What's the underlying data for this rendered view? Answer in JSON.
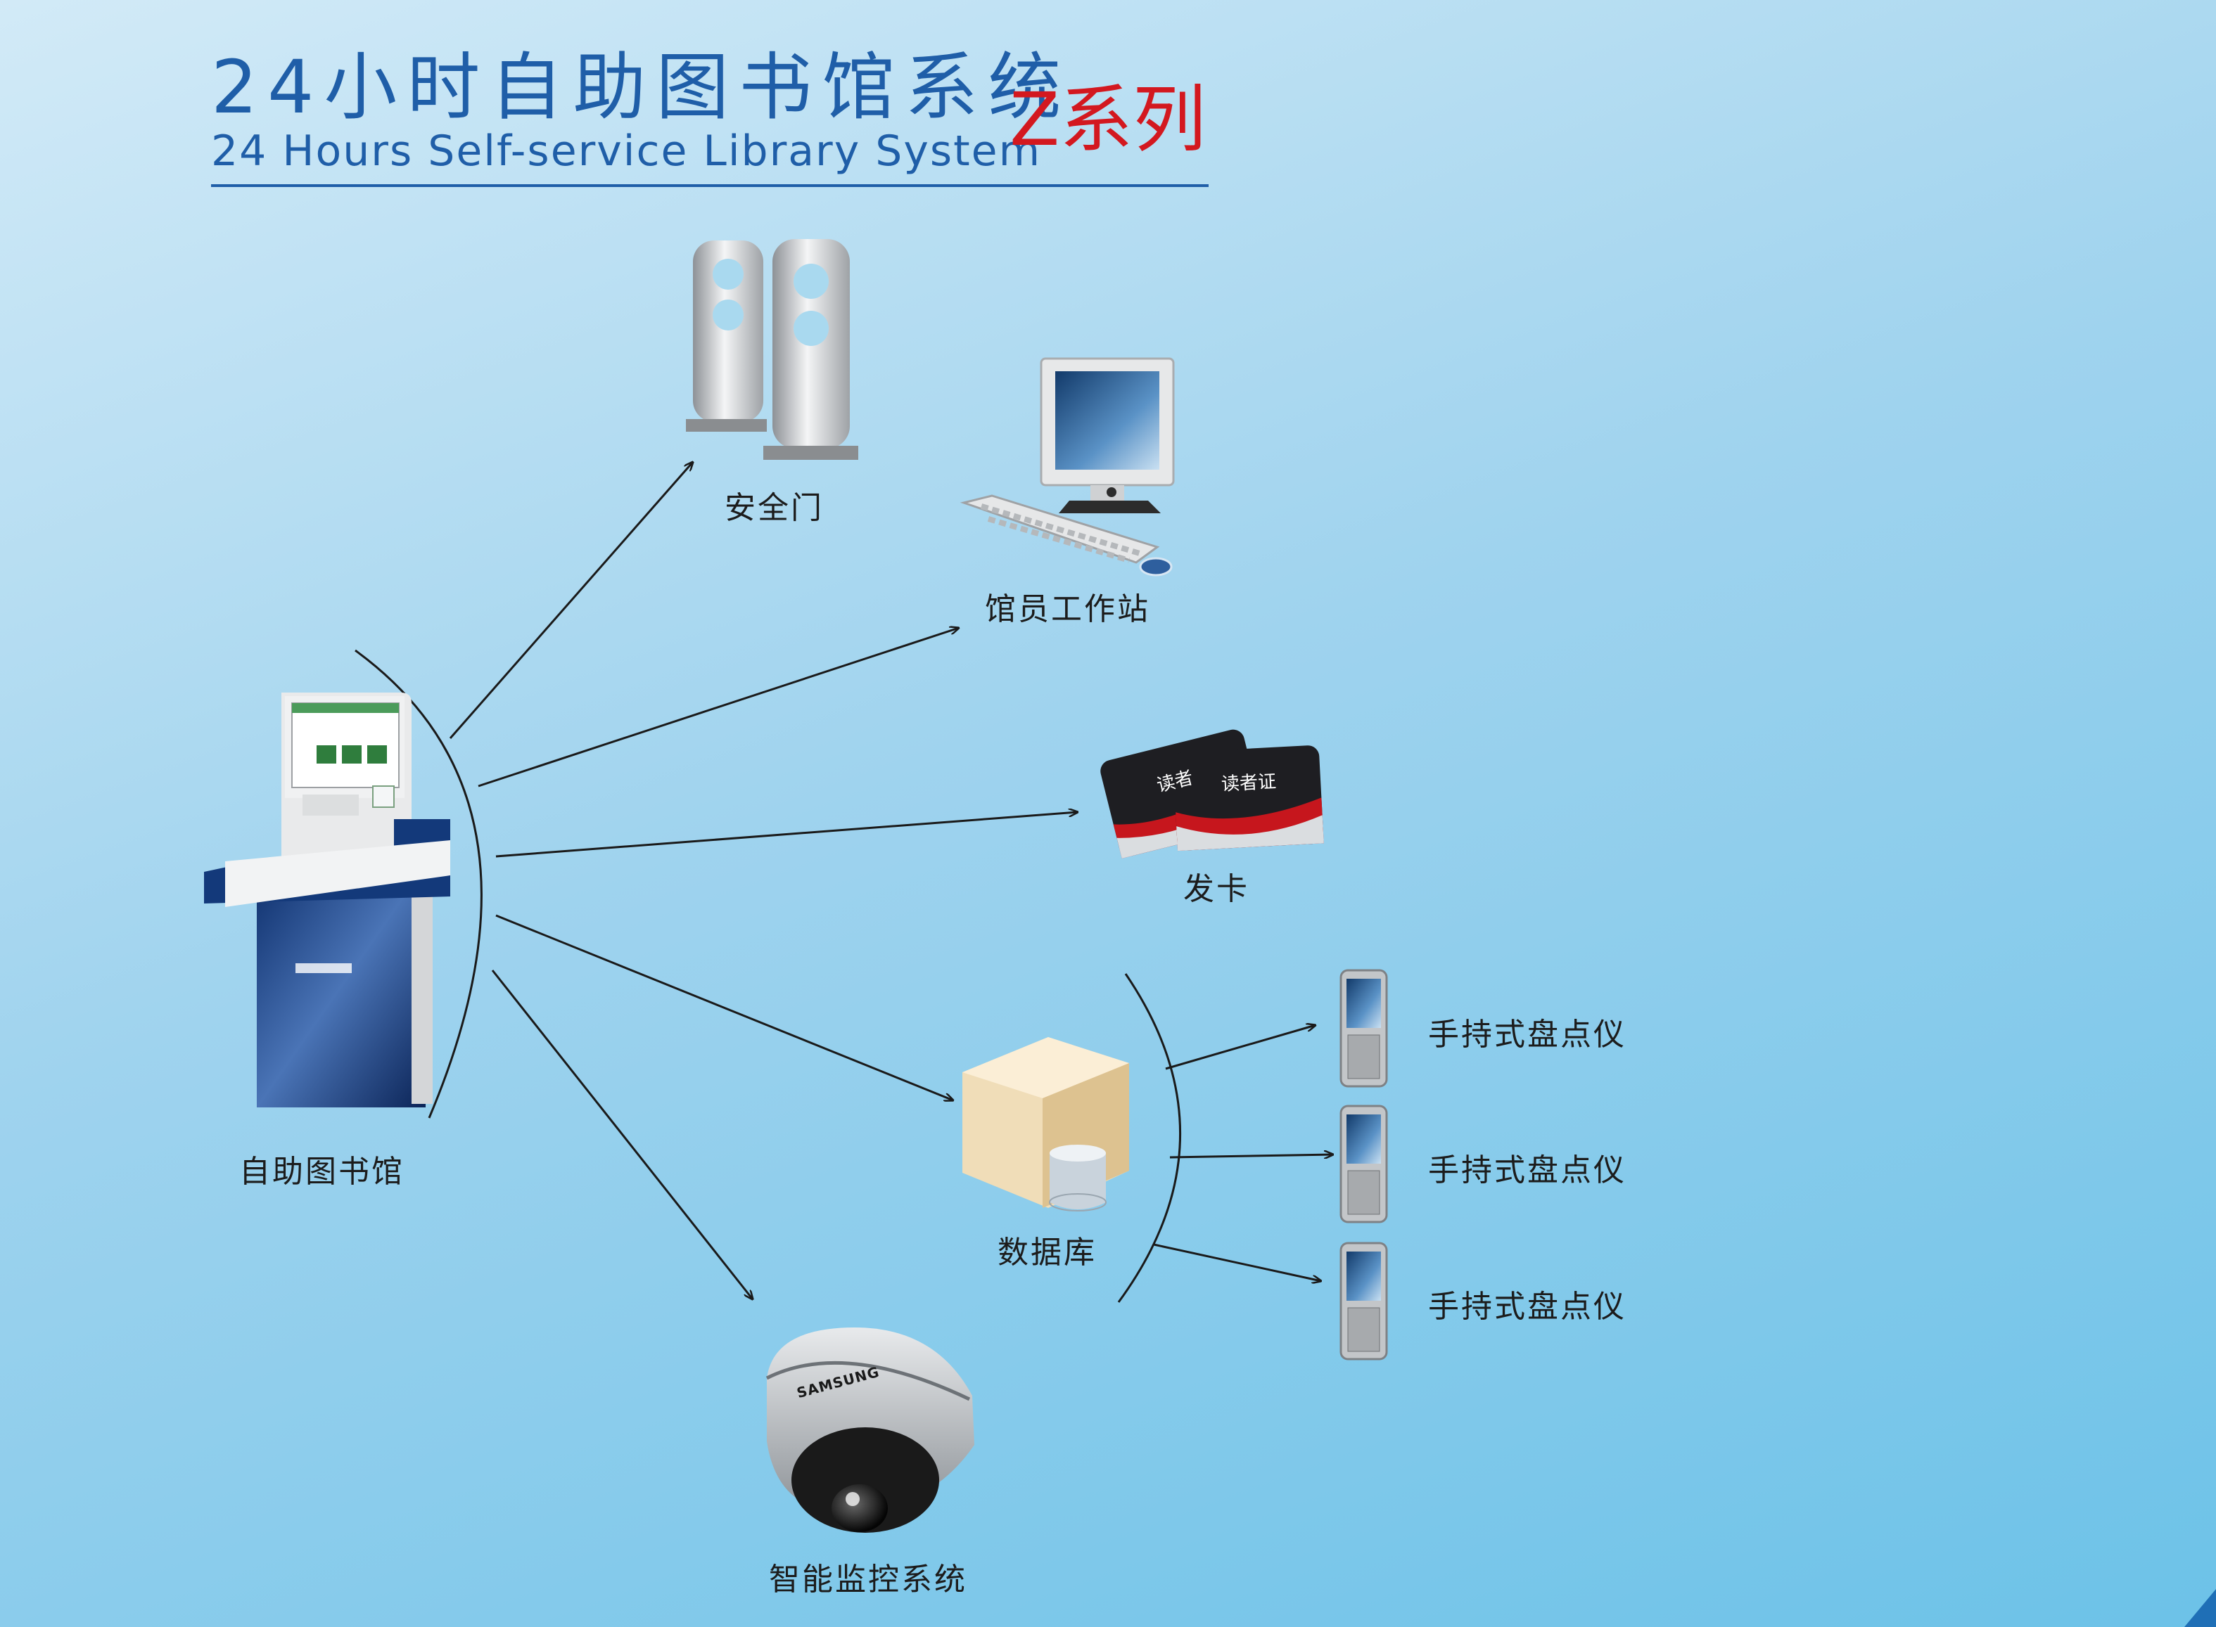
{
  "header": {
    "title_cn": "24小时自助图书馆系统",
    "title_en": "24 Hours Self-service Library System",
    "series": "Z系列"
  },
  "nodes": {
    "kiosk": "自助图书馆",
    "gate": "安全门",
    "workstation": "馆员工作站",
    "card": "发卡",
    "database": "数据库",
    "camera": "智能监控系统",
    "handheld_1": "手持式盘点仪",
    "handheld_2": "手持式盘点仪",
    "handheld_3": "手持式盘点仪"
  },
  "card_text": {
    "front": "读者证",
    "back": "读者"
  },
  "camera_brand": "SAMSUNG",
  "colors": {
    "title_blue": "#1f5ea8",
    "series_red": "#d3181f",
    "arrow": "#1a1a1a"
  }
}
